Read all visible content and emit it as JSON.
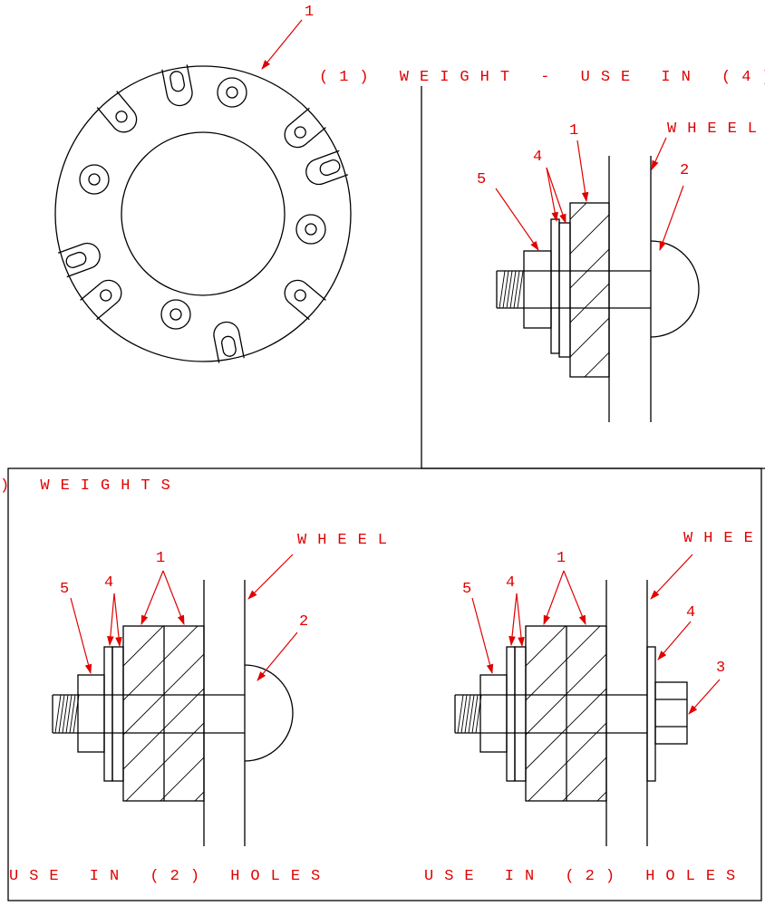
{
  "captions": {
    "top_right": "(1) WEIGHT - USE IN (4) HOL",
    "bottom_left_header": ") WEIGHTS",
    "bottom_left_footer": "USE IN (2) HOLES",
    "bottom_right_footer": "USE IN (2) HOLES"
  },
  "labels": {
    "weight_plate": "1",
    "wheel": "WHEEL",
    "item_1": "1",
    "item_2": "2",
    "item_3": "3",
    "item_4": "4",
    "item_5": "5"
  },
  "colors": {
    "line": "#000000",
    "callout": "#e00000"
  }
}
